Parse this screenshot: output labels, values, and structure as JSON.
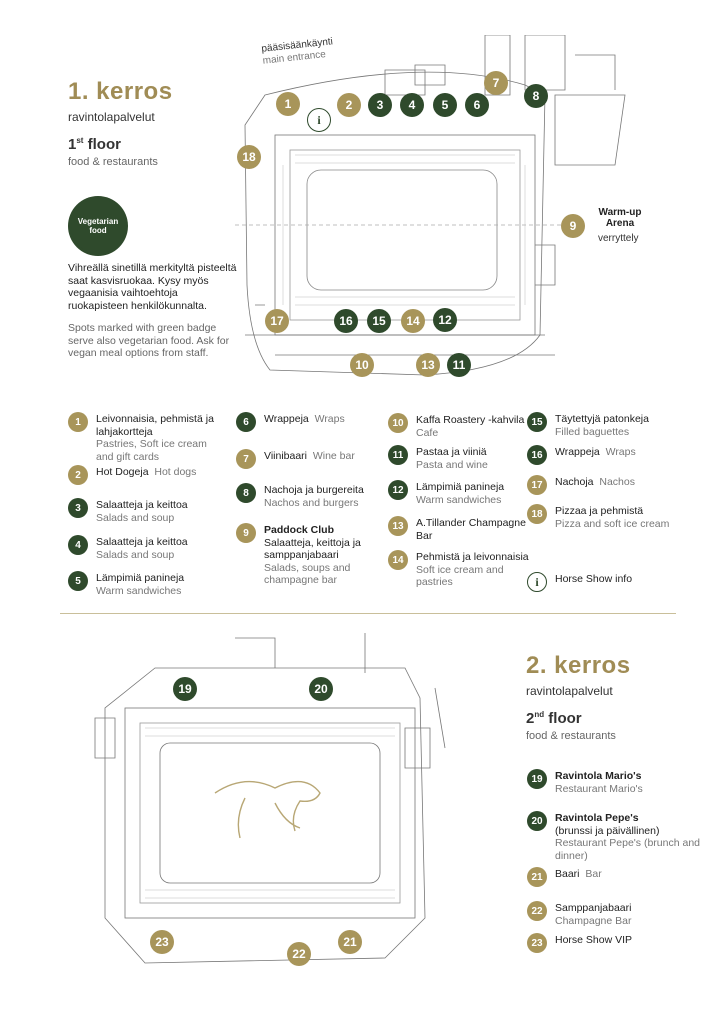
{
  "floor1": {
    "title": "1. kerros",
    "subtitle": "ravintolapalvelut",
    "title_en": "1",
    "title_en_sup": "st",
    "title_en_rest": " floor",
    "subtitle_en": "food & restaurants",
    "veg_badge": "Vegetarian food",
    "veg_text_fi": "Vihreällä sinetillä merkityltä pisteeltä saat kasvisruokaa. Kysy myös vegaanisia vaihtoehtoja ruokapisteen henkilökunnalta.",
    "veg_text_en": "Spots marked with green badge serve also vegetarian food. Ask for vegan meal options from staff.",
    "entrance_fi": "pääsisäänkäynti",
    "entrance_en": "main entrance",
    "warmup_fi": "Warm-up Arena",
    "warmup_en": "verryttely",
    "markers": [
      "1",
      "i",
      "2",
      "3",
      "4",
      "5",
      "6",
      "7",
      "8",
      "18",
      "9",
      "17",
      "16",
      "15",
      "14",
      "12",
      "10",
      "13",
      "11"
    ],
    "legend": [
      {
        "num": "1",
        "c": "gold",
        "fi": "Leivonnaisia, pehmistä ja lahjakortteja",
        "en": "Pastries, Soft ice cream and gift cards"
      },
      {
        "num": "2",
        "c": "gold",
        "fi": "Hot Dogeja",
        "en": "Hot dogs"
      },
      {
        "num": "3",
        "c": "green",
        "fi": "Salaatteja ja keittoa",
        "en": "Salads and soup"
      },
      {
        "num": "4",
        "c": "green",
        "fi": "Salaatteja ja keittoa",
        "en": "Salads and soup"
      },
      {
        "num": "5",
        "c": "green",
        "fi": "Lämpimiä panineja",
        "en": "Warm sandwiches"
      },
      {
        "num": "6",
        "c": "green",
        "fi": "Wrappeja",
        "en": "Wraps"
      },
      {
        "num": "7",
        "c": "gold",
        "fi": "Viinibaari",
        "en": "Wine bar"
      },
      {
        "num": "8",
        "c": "green",
        "fi": "Nachoja ja burgereita",
        "en": "Nachos and burgers"
      },
      {
        "num": "9",
        "c": "gold",
        "name": "Paddock Club",
        "fi": "Salaatteja, keittoja ja samppanjabaari",
        "en": "Salads, soups and champagne bar"
      },
      {
        "num": "10",
        "c": "gold",
        "fi": "Kaffa Roastery -kahvila",
        "en": "Cafe"
      },
      {
        "num": "11",
        "c": "green",
        "fi": "Pastaa ja viiniä",
        "en": "Pasta and wine"
      },
      {
        "num": "12",
        "c": "green",
        "fi": "Lämpimiä panineja",
        "en": "Warm sandwiches"
      },
      {
        "num": "13",
        "c": "gold",
        "fi": "A.Tillander Champagne Bar",
        "en": ""
      },
      {
        "num": "14",
        "c": "gold",
        "fi": "Pehmistä ja leivonnaisia",
        "en": "Soft ice cream and pastries"
      },
      {
        "num": "15",
        "c": "green",
        "fi": "Täytettyjä patonkeja",
        "en": "Filled baguettes"
      },
      {
        "num": "16",
        "c": "green",
        "fi": "Wrappeja",
        "en": "Wraps"
      },
      {
        "num": "17",
        "c": "gold",
        "fi": "Nachoja",
        "en": "Nachos"
      },
      {
        "num": "18",
        "c": "gold",
        "fi": "Pizzaa ja pehmistä",
        "en": "Pizza and soft ice cream"
      },
      {
        "num": "i",
        "c": "info",
        "fi": "Horse Show info",
        "en": ""
      }
    ]
  },
  "floor2": {
    "title": "2. kerros",
    "subtitle": "ravintolapalvelut",
    "title_en": "2",
    "title_en_sup": "nd",
    "title_en_rest": " floor",
    "subtitle_en": "food & restaurants",
    "markers": [
      "19",
      "20",
      "23",
      "22",
      "21"
    ],
    "legend": [
      {
        "num": "19",
        "c": "green",
        "name": "Ravintola Mario's",
        "fi": "",
        "en": "Restaurant Mario's"
      },
      {
        "num": "20",
        "c": "green",
        "name": "Ravintola Pepe's",
        "fi": "(brunssi ja päivällinen)",
        "en": "Restaurant Pepe's (brunch and dinner)"
      },
      {
        "num": "21",
        "c": "gold",
        "fi": "Baari",
        "en": "Bar"
      },
      {
        "num": "22",
        "c": "gold",
        "fi": "Samppanjabaari",
        "en": "Champagne Bar"
      },
      {
        "num": "23",
        "c": "gold",
        "fi": "Horse Show VIP",
        "en": ""
      }
    ]
  },
  "colors": {
    "gold": "#a8955a",
    "green": "#2f4a2c"
  }
}
